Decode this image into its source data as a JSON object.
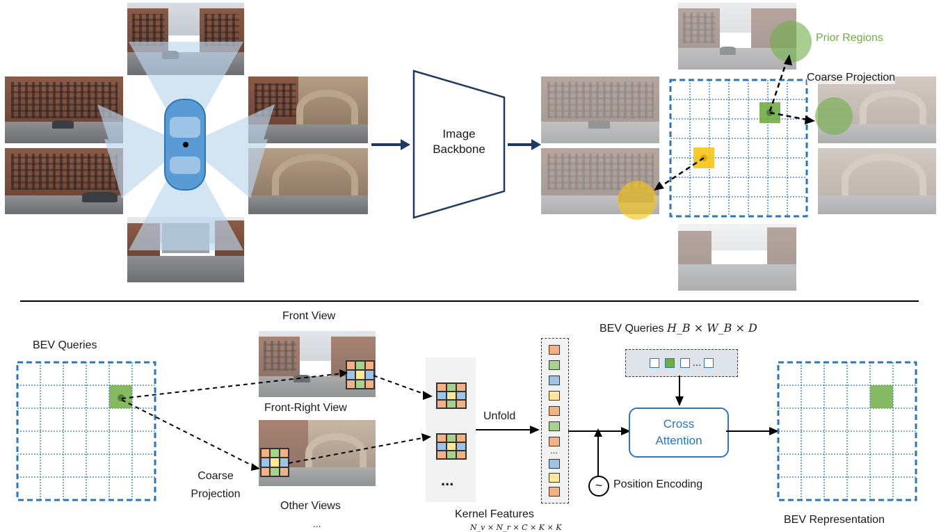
{
  "top": {
    "backbone_label": "Image Backbone",
    "prior_regions_label": "Prior Regions",
    "coarse_projection_label": "Coarse Projection"
  },
  "bottom": {
    "bev_queries_label": "BEV Queries",
    "front_view_label": "Front View",
    "front_right_view_label": "Front-Right View",
    "other_views_label": "Other Views",
    "other_views_ellipsis": "...",
    "coarse_projection_label": "Coarse Projection",
    "unfold_label": "Unfold",
    "kernel_features_label": "Kernel Features",
    "kernel_ellipsis": "...",
    "kernel_features_dims": "N_v × N_r × C × K × K",
    "bev_queries_dims_label": "BEV Queries",
    "bev_queries_dims": "H_B × W_B × D",
    "query_ellipsis": "...",
    "cross_attention_label": "Cross Attention",
    "position_encoding_label": "Position Encoding",
    "position_encoding_symbol": "~",
    "bev_representation_label": "BEV Representation"
  },
  "colors": {
    "grid_blue": "#2e75b6",
    "green": "#70ad47",
    "yellow": "#f5c518",
    "red": "#f4b183",
    "blue_cell": "#9dc3e6",
    "green_cell": "#a9d18e",
    "yellow_cell": "#ffe699",
    "dark_arrow": "#1f3864"
  }
}
